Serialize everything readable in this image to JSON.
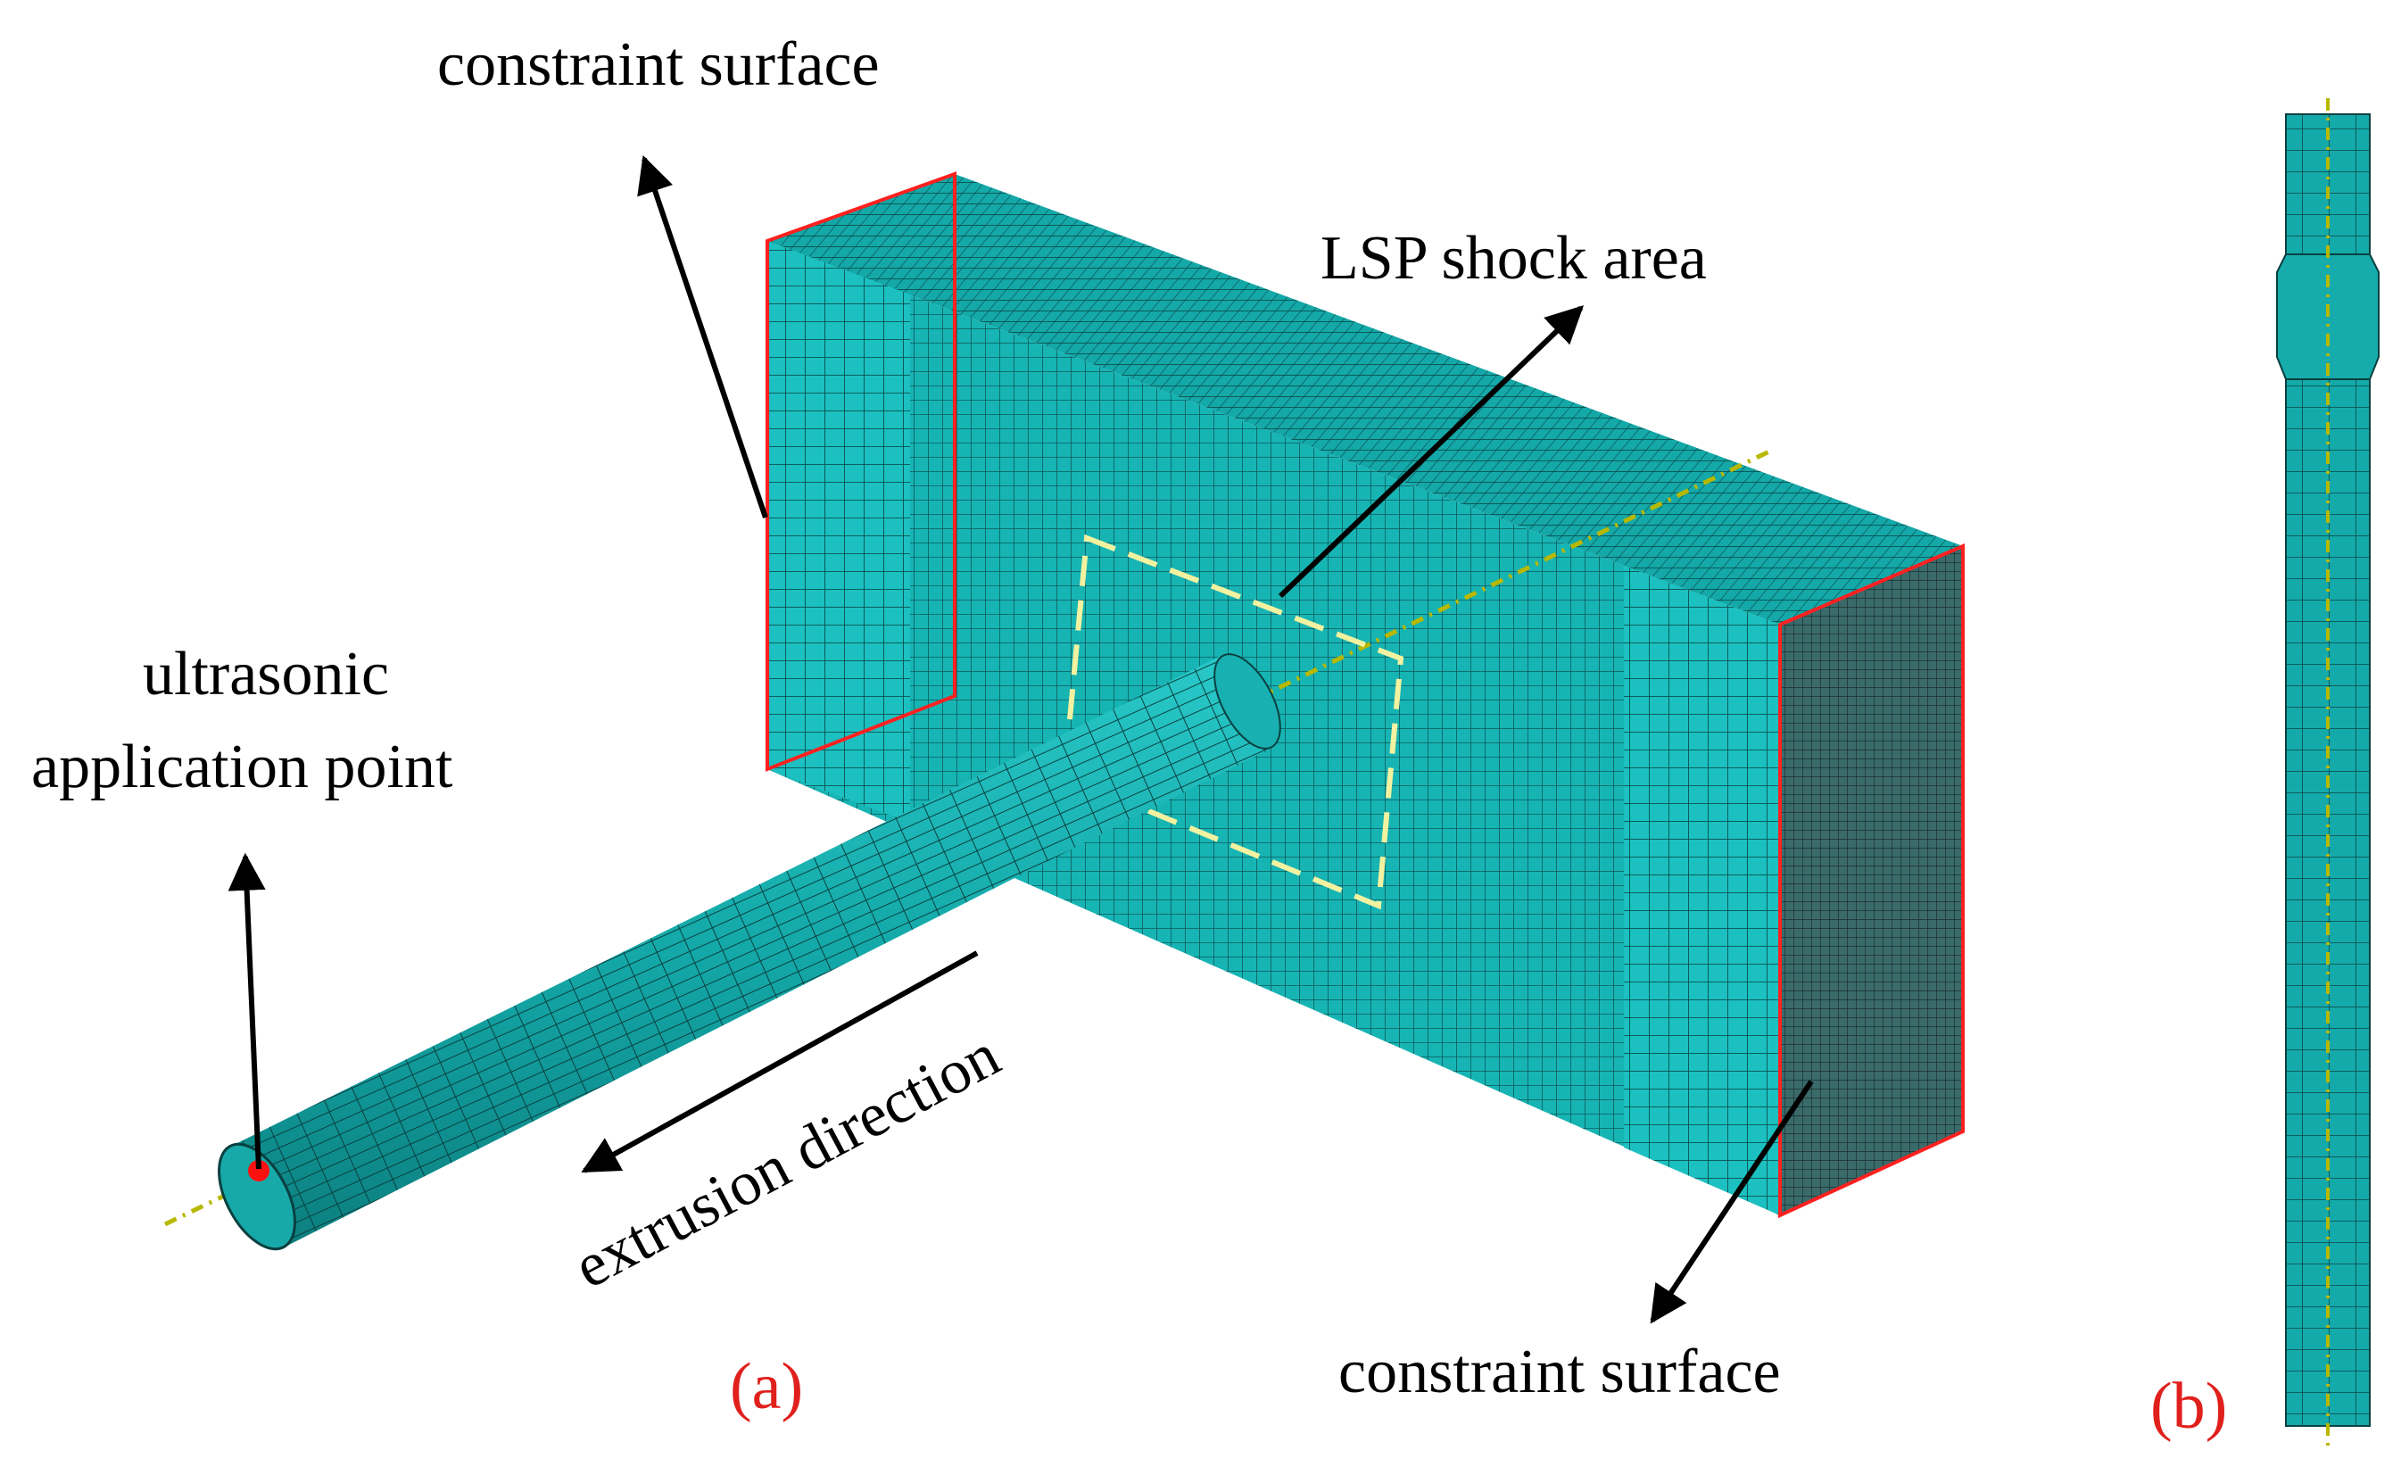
{
  "panel_a": {
    "label": "(a)",
    "annotations": {
      "constraint_top": "constraint surface",
      "lsp_area": "LSP shock area",
      "ultrasonic_line1": "ultrasonic",
      "ultrasonic_line2": "application point",
      "extrusion": "extrusion direction",
      "constraint_bottom": "constraint surface"
    }
  },
  "panel_b": {
    "label": "(b)"
  },
  "colors": {
    "mesh_fill": "#16b3b3",
    "mesh_line": "#0a4545",
    "constraint_edge": "#ff2020",
    "shock_box": "#f2f2a0",
    "axis_line": "#b8b800",
    "label_red": "#e0201c",
    "arrow": "#000000"
  }
}
